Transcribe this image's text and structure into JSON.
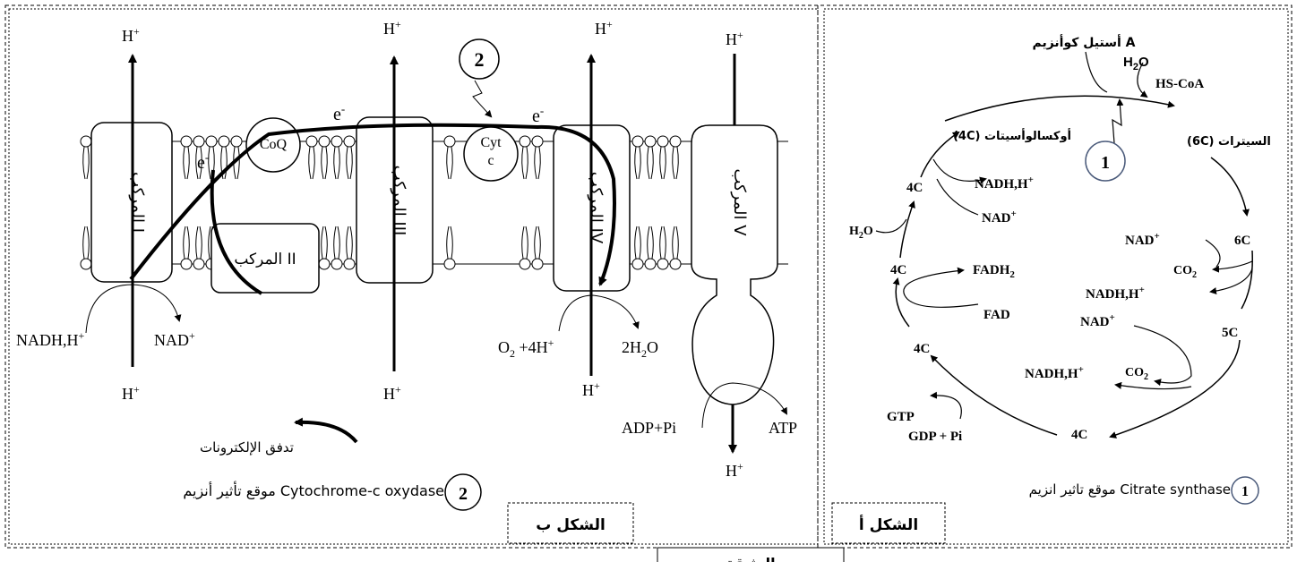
{
  "figure_b": {
    "caption": "الشكل ب",
    "complexes": {
      "c1": "المركب I",
      "c2": "المركب II",
      "c3": "المركب III",
      "c4": "المركب IV",
      "c5": "المركب V",
      "coq": "CoQ",
      "cyt_line1": "Cyt",
      "cyt_line2": "c"
    },
    "proton": "H",
    "proton_sup": "+",
    "electron": "e",
    "electron_sup": "-",
    "nadh": "NADH,H",
    "nad": "NAD",
    "o2": "O",
    "o2_rest": " +4H",
    "water": "2H",
    "water_rest": "O",
    "adp": "ADP+Pi",
    "atp": "ATP",
    "marker": "2",
    "flow_label": "تدفق الإلكترونات",
    "legend_text": "موقع تأثير أنزيم Cytochrome-c oxydase"
  },
  "figure_a": {
    "caption": "الشكل أ",
    "acetyl": "أستيل كوأنزيم A",
    "h2o": "H",
    "h2o_sub": "2",
    "h2o_end": "O",
    "hscoa": "HS-CoA",
    "oxaloacetate": "(4C)  أوكسالوأسيتات",
    "citrate": "(6C) السيترات",
    "c4": "4C",
    "c5": "5C",
    "c6": "6C",
    "nadh": "NADH,H",
    "nad": "NAD",
    "co2": "CO",
    "co2_sub": "2",
    "fadh2": "FADH",
    "fadh2_sub": "2",
    "fad": "FAD",
    "gtp": "GTP",
    "gdp": "GDP + Pi",
    "marker": "1",
    "legend_text": "موقع تاثير انزيم Citrate synthase"
  },
  "bottom_tab": "الوثيقة"
}
